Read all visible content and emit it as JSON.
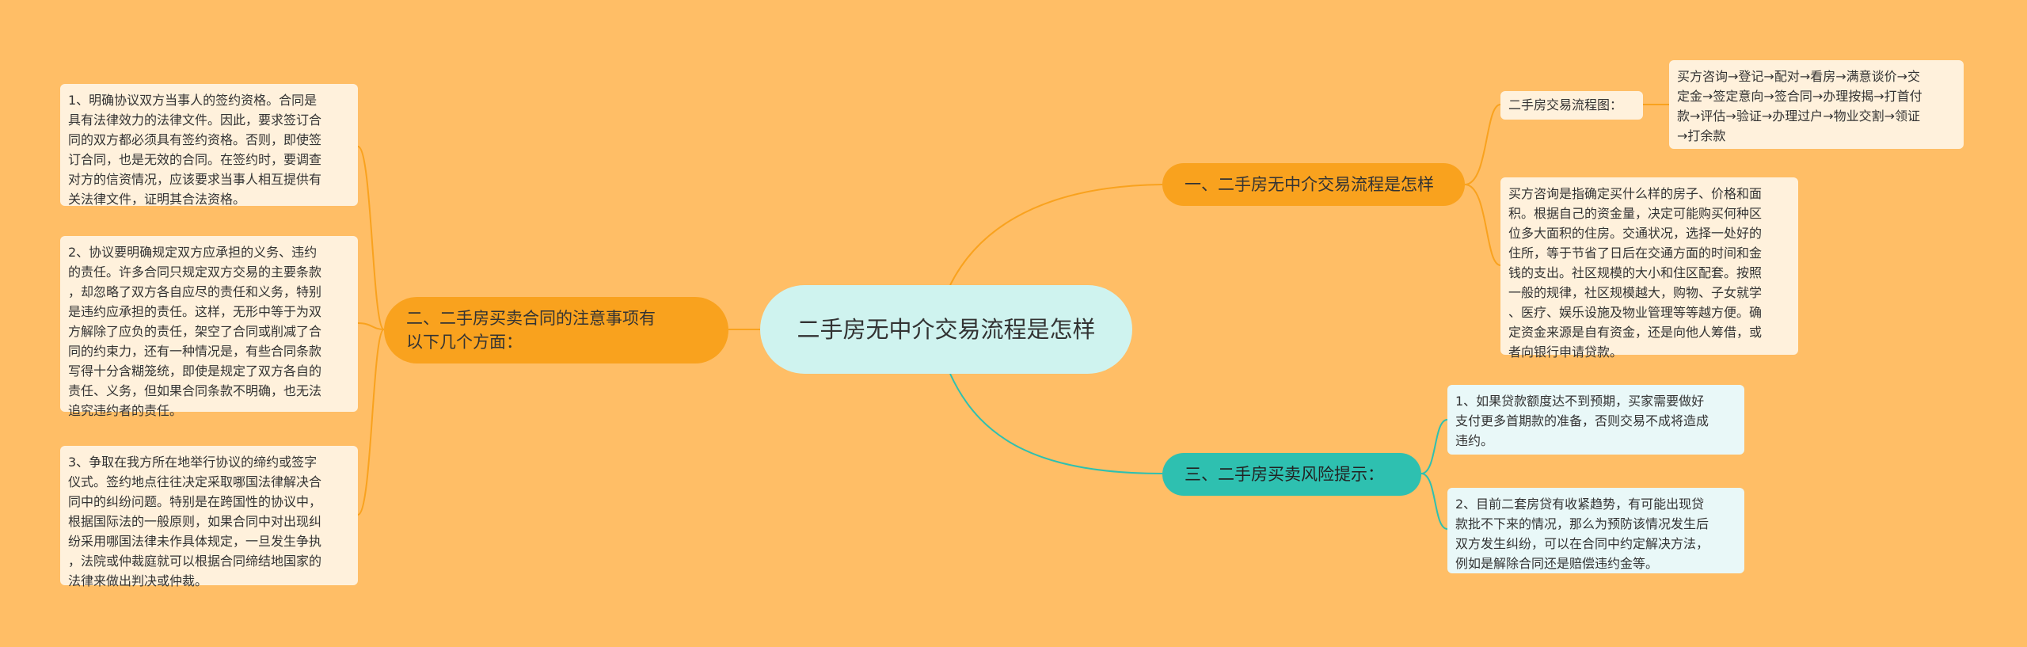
{
  "mindmap": {
    "center": {
      "text": "二手房无中介交易流程是怎样"
    },
    "colors": {
      "background": "#FFBE66",
      "orange": "#F9A21E",
      "teal": "#2EC0B0",
      "center": "#CFF3EF"
    },
    "branches": [
      {
        "label": "一、二手房无中介交易流程是怎样",
        "sub_label": "二手房交易流程图：",
        "flow_text": "买方咨询→登记→配对→看房→满意谈价→交\n定金→签定意向→签合同→办理按揭→打首付\n款→评估→验证→办理过户→物业交割→领证\n→打余款",
        "detail_text": "买方咨询是指确定买什么样的房子、价格和面\n积。根据自己的资金量，决定可能购买何种区\n位多大面积的住房。交通状况，选择一处好的\n住所，等于节省了日后在交通方面的时间和金\n钱的支出。社区规模的大小和住区配套。按照\n一般的规律，社区规模越大，购物、子女就学\n、医疗、娱乐设施及物业管理等等越方便。确\n定资金来源是自有资金，还是向他人筹借，或\n者向银行申请贷款。"
      },
      {
        "label": "二、二手房买卖合同的注意事项有\n以下几个方面：",
        "items": [
          "1、明确协议双方当事人的签约资格。合同是\n具有法律效力的法律文件。因此，要求签订合\n同的双方都必须具有签约资格。否则，即使签\n订合同，也是无效的合同。在签约时，要调查\n对方的信资情况，应该要求当事人相互提供有\n关法律文件，证明其合法资格。",
          "2、协议要明确规定双方应承担的义务、违约\n的责任。许多合同只规定双方交易的主要条款\n，却忽略了双方各自应尽的责任和义务，特别\n是违约应承担的责任。这样，无形中等于为双\n方解除了应负的责任，架空了合同或削减了合\n同的约束力，还有一种情况是，有些合同条款\n写得十分含糊笼统，即使是规定了双方各自的\n责任、义务，但如果合同条款不明确，也无法\n追究违约者的责任。",
          "3、争取在我方所在地举行协议的缔约或签字\n仪式。签约地点往往决定采取哪国法律解决合\n同中的纠纷问题。特别是在跨国性的协议中，\n根据国际法的一般原则，如果合同中对出现纠\n纷采用哪国法律未作具体规定，一旦发生争执\n，法院或仲裁庭就可以根据合同缔结地国家的\n法律来做出判决或仲裁。"
        ]
      },
      {
        "label": "三、二手房买卖风险提示：",
        "items": [
          "1、如果贷款额度达不到预期，买家需要做好\n支付更多首期款的准备，否则交易不成将造成\n违约。",
          "2、目前二套房贷有收紧趋势，有可能出现贷\n款批不下来的情况，那么为预防该情况发生后\n双方发生纠纷，可以在合同中约定解决方法，\n例如是解除合同还是赔偿违约金等。"
        ]
      }
    ]
  }
}
